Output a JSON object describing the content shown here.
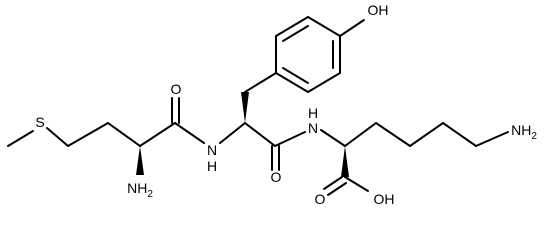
{
  "structure": {
    "atoms": {
      "S": "S",
      "N_amino": "NH",
      "N_amino_sub": "2",
      "O_carbonyl_1": "O",
      "N_amide_1": "N",
      "N_amide_1_h": "H",
      "O_carbonyl_2": "O",
      "N_amide_2": "N",
      "N_amide_2_h": "H",
      "O_hydroxy": "OH",
      "N_terminal": "NH",
      "N_terminal_sub": "2",
      "O_acid_double": "O",
      "O_acid_hydroxy": "OH"
    }
  },
  "colors": {
    "bond": "#000000",
    "label": "#000000",
    "background": "#ffffff"
  }
}
